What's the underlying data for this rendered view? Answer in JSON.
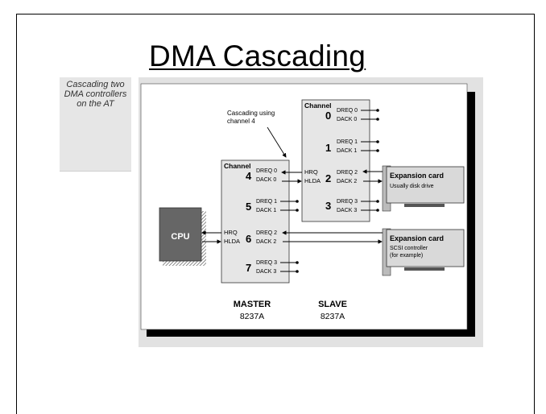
{
  "title": "DMA Cascading",
  "side_note": {
    "lines": [
      "Cascading two",
      "DMA controllers",
      "on the AT"
    ]
  },
  "diagram": {
    "annotation": [
      "Cascading using",
      "channel 4"
    ],
    "master": {
      "header": "Channel",
      "name": "MASTER",
      "part": "8237A",
      "channels": [
        {
          "num": "4",
          "dreq": "DREQ 0",
          "dack": "DACK 0"
        },
        {
          "num": "5",
          "dreq": "DREQ 1",
          "dack": "DACK 1"
        },
        {
          "num": "6",
          "dreq": "DREQ 2",
          "dack": "DACK 2"
        },
        {
          "num": "7",
          "dreq": "DREQ 3",
          "dack": "DACK 3"
        }
      ],
      "hrq": "HRQ",
      "hlda": "HLDA"
    },
    "slave": {
      "header": "Channel",
      "name": "SLAVE",
      "part": "8237A",
      "channels": [
        {
          "num": "0",
          "dreq": "DREQ 0",
          "dack": "DACK 0"
        },
        {
          "num": "1",
          "dreq": "DREQ 1",
          "dack": "DACK 1"
        },
        {
          "num": "2",
          "dreq": "DREQ 2",
          "dack": "DACK 2"
        },
        {
          "num": "3",
          "dreq": "DREQ 3",
          "dack": "DACK 3"
        }
      ],
      "hrq": "HRQ",
      "hlda": "HLDA"
    },
    "cpu": "CPU",
    "cards": [
      {
        "title": "Expansion card",
        "lines": [
          "Usually disk drive"
        ]
      },
      {
        "title": "Expansion card",
        "lines": [
          "SCSI controller",
          "(for example)"
        ]
      }
    ]
  },
  "colors": {
    "chip_fill": "#e6e6e6",
    "cpu_fill": "#666666",
    "card_fill": "#d9d9d9",
    "shadow": "#000000",
    "panel_bg": "#e2e2e2"
  }
}
